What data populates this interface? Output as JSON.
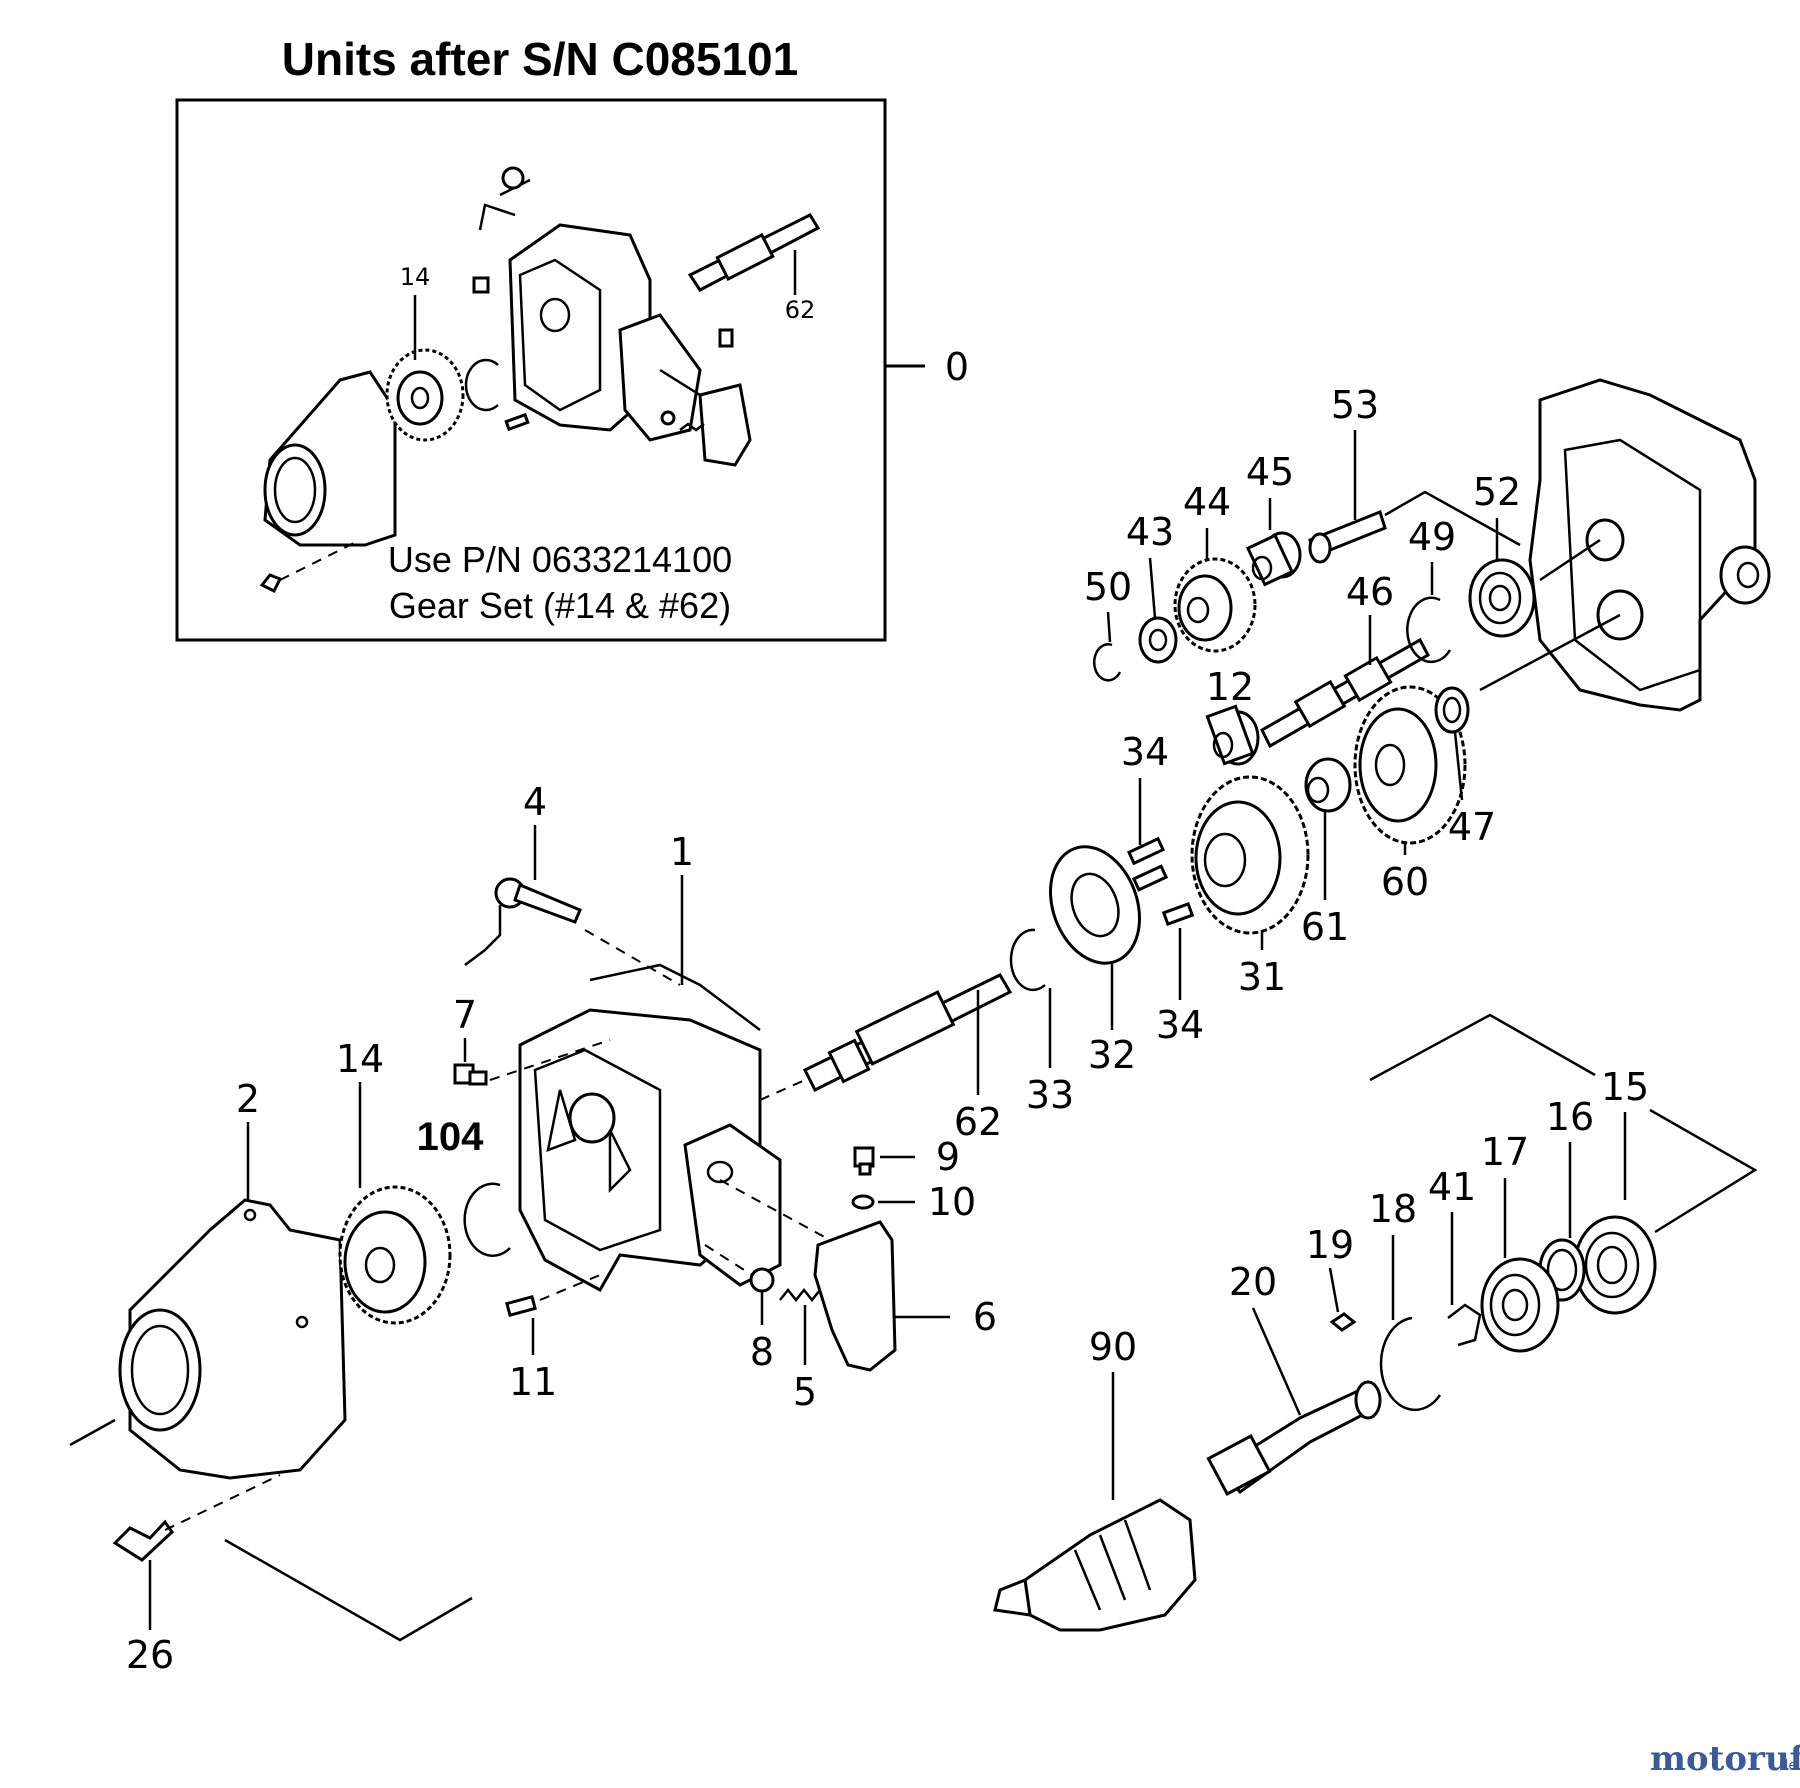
{
  "inset": {
    "title": "Units after S/N C085101",
    "note_line1": "Use P/N 0633214100",
    "note_line2": "Gear Set (#14 & #62)",
    "ref_label": "0",
    "labels": {
      "p14": "14",
      "p62": "62"
    }
  },
  "labels": {
    "p1": "1",
    "p2": "2",
    "p4": "4",
    "p5": "5",
    "p6": "6",
    "p7": "7",
    "p8": "8",
    "p9": "9",
    "p10": "10",
    "p11": "11",
    "p12": "12",
    "p14": "14",
    "p15": "15",
    "p16": "16",
    "p17": "17",
    "p18": "18",
    "p19": "19",
    "p20": "20",
    "p26": "26",
    "p31": "31",
    "p32": "32",
    "p33": "33",
    "p34a": "34",
    "p34b": "34",
    "p41": "41",
    "p43": "43",
    "p44": "44",
    "p45": "45",
    "p46": "46",
    "p47": "47",
    "p49": "49",
    "p50": "50",
    "p52": "52",
    "p53": "53",
    "p60": "60",
    "p61": "61",
    "p62": "62",
    "p90": "90",
    "p104": "104"
  },
  "watermark": {
    "text": "motoruf",
    "suffix": ".de"
  }
}
